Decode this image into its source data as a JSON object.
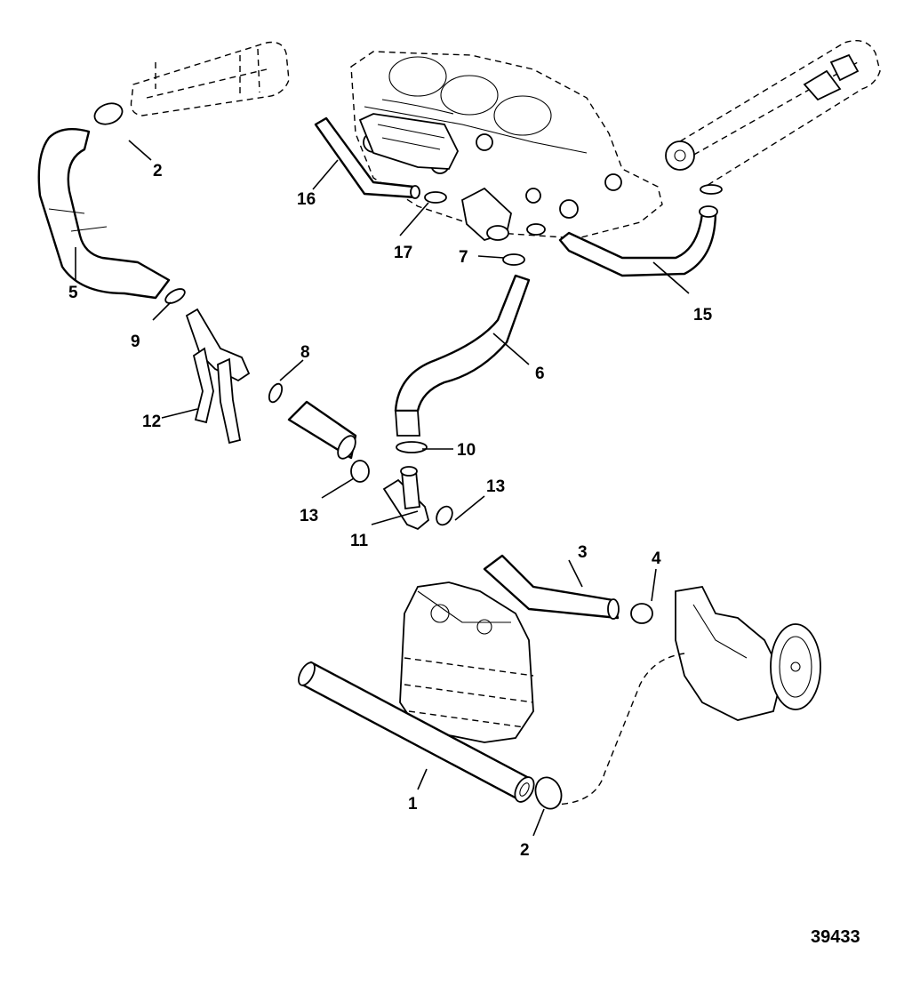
{
  "figure_number": "39433",
  "callouts": [
    {
      "id": "c1",
      "label": "1"
    },
    {
      "id": "c2a",
      "label": "2"
    },
    {
      "id": "c2b",
      "label": "2"
    },
    {
      "id": "c3",
      "label": "3"
    },
    {
      "id": "c4",
      "label": "4"
    },
    {
      "id": "c5",
      "label": "5"
    },
    {
      "id": "c6",
      "label": "6"
    },
    {
      "id": "c7",
      "label": "7"
    },
    {
      "id": "c8",
      "label": "8"
    },
    {
      "id": "c9",
      "label": "9"
    },
    {
      "id": "c10",
      "label": "10"
    },
    {
      "id": "c11",
      "label": "11"
    },
    {
      "id": "c12",
      "label": "12"
    },
    {
      "id": "c13a",
      "label": "13"
    },
    {
      "id": "c13b",
      "label": "13"
    },
    {
      "id": "c15",
      "label": "15"
    },
    {
      "id": "c16",
      "label": "16"
    },
    {
      "id": "c17",
      "label": "17"
    }
  ]
}
